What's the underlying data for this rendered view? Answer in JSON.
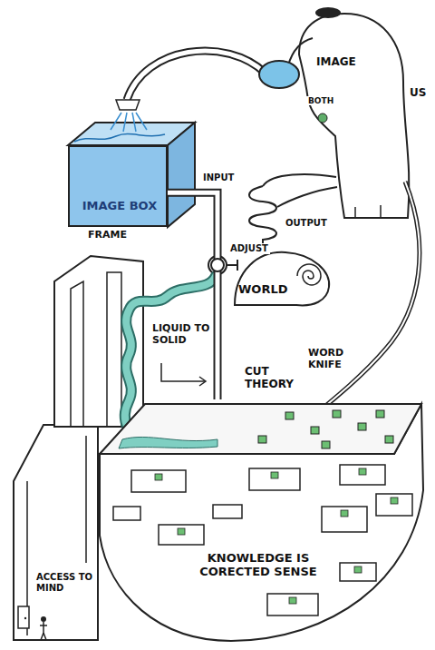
{
  "diagram": {
    "nodes": [
      {
        "text": [
          "IMAGE BOX"
        ]
      },
      {
        "text": [
          "WORLD"
        ]
      },
      {
        "text": [
          "KNOWLEDGE IS CORECTED SENSE"
        ]
      }
    ],
    "edges": [
      {
        "from": 0,
        "to": 2,
        "arrow": "none"
      }
    ],
    "labels": [
      "IMAGE",
      "US",
      "BOTH",
      "FRAME",
      "ADJUST",
      "INPUT",
      "OUTPUT",
      "LIQUID TO SOLID",
      "CUT THEORY",
      "WORD KNIFE",
      "ACCESS TO MIND"
    ]
  }
}
